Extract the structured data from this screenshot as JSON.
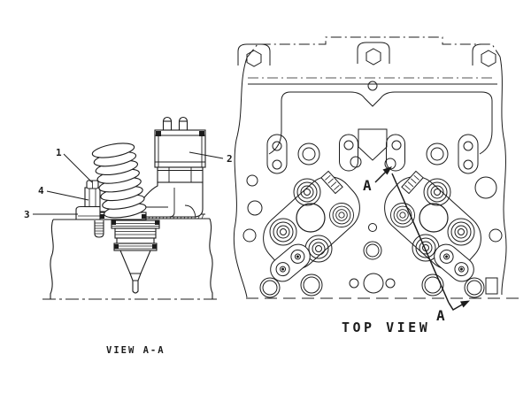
{
  "meta": {
    "background_color": "#ffffff",
    "line_color": "#1c1c1c"
  },
  "section_view": {
    "caption": "VIEW A-A",
    "callout_1": "1",
    "callout_2": "2",
    "callout_3": "3",
    "callout_4": "4"
  },
  "top_view": {
    "caption": "TOP VIEW",
    "section_label_top": "A",
    "section_label_bottom": "A"
  }
}
